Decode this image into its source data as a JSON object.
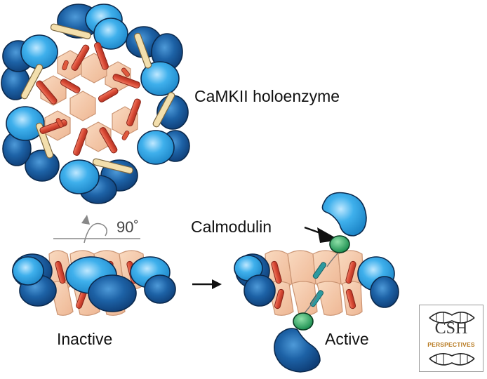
{
  "labels": {
    "holoenzyme": "CaMKII holoenzyme",
    "rotation": "90˚",
    "calmodulin": "Calmodulin",
    "inactive": "Inactive",
    "active": "Active"
  },
  "logo": {
    "main": "CSH",
    "sub": "PERSPECTIVES"
  },
  "colors": {
    "kinase_light": "#2fa0e0",
    "kinase_dark": "#1a5fa0",
    "hub": "#f5c9a6",
    "hub_helix": "#d9503a",
    "linker": "#f3dfad",
    "calmodulin": "#22a05a",
    "logo_text": "#b7791f"
  }
}
